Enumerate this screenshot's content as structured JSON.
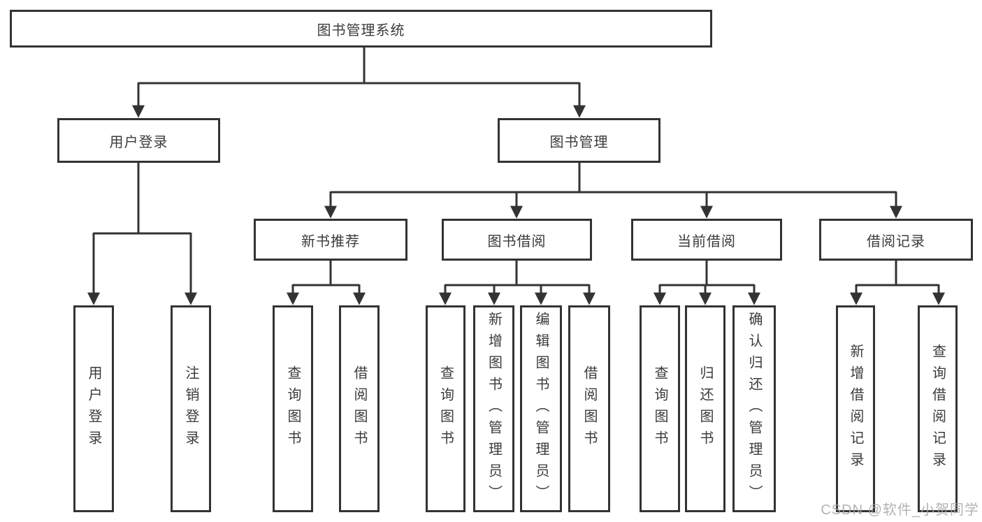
{
  "diagram": {
    "title": "图书管理系统",
    "nodes": {
      "root": {
        "label": "图书管理系统"
      },
      "user_login": {
        "label": "用户登录"
      },
      "book_mgmt": {
        "label": "图书管理"
      },
      "new_book_rec": {
        "label": "新书推荐"
      },
      "book_borrow": {
        "label": "图书借阅"
      },
      "current_borrow": {
        "label": "当前借阅"
      },
      "borrow_records": {
        "label": "借阅记录"
      },
      "ul_user_login": {
        "label": "用户登录"
      },
      "ul_logout": {
        "label": "注销登录"
      },
      "nb_query_book": {
        "label": "查询图书"
      },
      "nb_borrow_book": {
        "label": "借阅图书"
      },
      "bb_query_book": {
        "label": "查询图书"
      },
      "bb_add_book": {
        "label": "新增图书（管理员）"
      },
      "bb_edit_book": {
        "label": "编辑图书（管理员）"
      },
      "bb_borrow_book": {
        "label": "借阅图书"
      },
      "cb_query_book": {
        "label": "查询图书"
      },
      "cb_return_book": {
        "label": "归还图书"
      },
      "cb_confirm_return": {
        "label": "确认归还（管理员）"
      },
      "br_add_record": {
        "label": "新增借阅记录"
      },
      "br_query_record": {
        "label": "查询借阅记录"
      }
    },
    "colors": {
      "line": "#333333",
      "text": "#3b3b3b",
      "watermark": "#a6a6a6",
      "background": "#ffffff"
    }
  },
  "watermark": {
    "text": "CSDN @软件_小贺同学"
  }
}
